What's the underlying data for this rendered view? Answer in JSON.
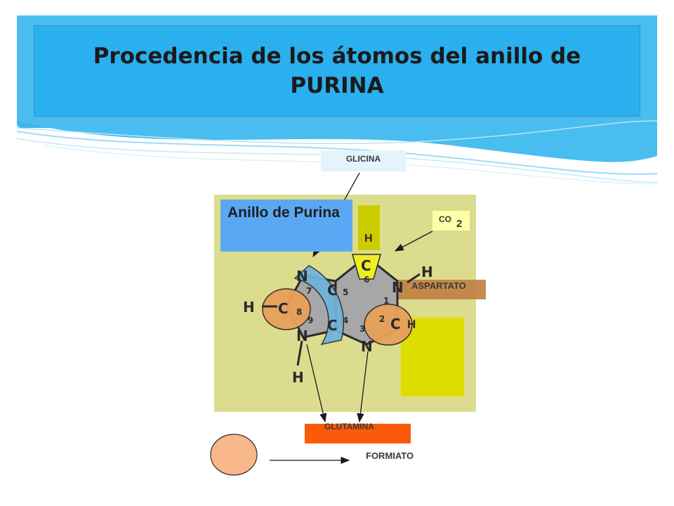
{
  "slide": {
    "title": "Procedencia de los átomos del anillo de PURINA"
  },
  "diagram": {
    "ring_label": "Anillo de Purina",
    "sources": {
      "glycine": "GLICINA",
      "co2_main": "CO",
      "co2_sub": "2",
      "aspartate": "ASPARTATO",
      "glutamine": "GLUTAMINA",
      "formate": "FORMIATO"
    },
    "side_h": "H",
    "side_h2": "H",
    "atoms": {
      "n1": "N",
      "c2": "C",
      "n3": "N",
      "c4": "C",
      "c5": "C",
      "c6": "C",
      "n7": "N",
      "c8": "C",
      "n9": "N",
      "h_c8": "H",
      "h_n9": "H",
      "h_n1": "H"
    },
    "positions": {
      "p1": "1",
      "p2": "2",
      "p3": "3",
      "p4": "4",
      "p5": "5",
      "p6": "6",
      "p7": "7",
      "p8": "8",
      "p9": "9"
    },
    "colors": {
      "panel": "#dcdc8e",
      "ring_label_bg": "#5aa8f4",
      "glycine_arc": "#6fb4dc",
      "formate_oval": "#e8a05a",
      "glutamine_bg": "#fa5a0a",
      "aspartate_bg": "#c08040",
      "co2_bg": "#ffffaa",
      "yellow_block": "#dddd00",
      "title_bg": "#2ab0ee"
    }
  }
}
